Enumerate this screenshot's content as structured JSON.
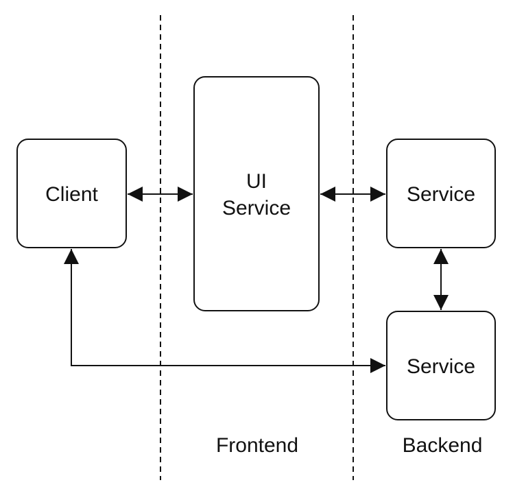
{
  "diagram": {
    "nodes": {
      "client": {
        "label": "Client"
      },
      "ui_service": {
        "label_line1": "UI",
        "label_line2": "Service"
      },
      "service_top": {
        "label": "Service"
      },
      "service_bottom": {
        "label": "Service"
      }
    },
    "zones": {
      "frontend": {
        "label": "Frontend"
      },
      "backend": {
        "label": "Backend"
      }
    },
    "edges": [
      {
        "from": "client",
        "to": "ui_service",
        "direction": "both"
      },
      {
        "from": "ui_service",
        "to": "service_top",
        "direction": "both"
      },
      {
        "from": "service_top",
        "to": "service_bottom",
        "direction": "both"
      },
      {
        "from": "client",
        "to": "service_bottom",
        "direction": "both"
      }
    ],
    "colors": {
      "stroke": "#111111",
      "fill": "#ffffff"
    }
  }
}
